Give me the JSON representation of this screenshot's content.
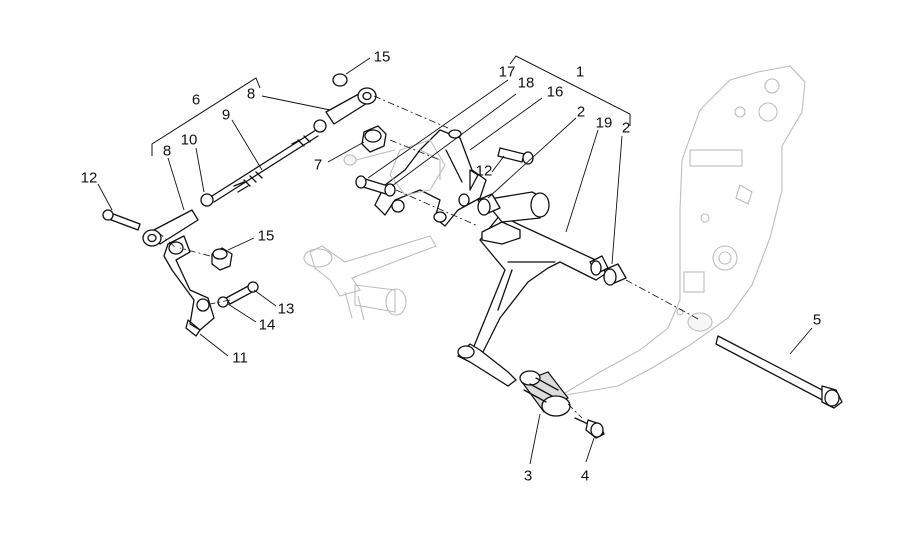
{
  "callouts": [
    {
      "id": "c15a",
      "text": "15"
    },
    {
      "id": "c6",
      "text": "6"
    },
    {
      "id": "c8a",
      "text": "8"
    },
    {
      "id": "c9",
      "text": "9"
    },
    {
      "id": "c10",
      "text": "10"
    },
    {
      "id": "c8b",
      "text": "8"
    },
    {
      "id": "c12a",
      "text": "12"
    },
    {
      "id": "c15b",
      "text": "15"
    },
    {
      "id": "c13",
      "text": "13"
    },
    {
      "id": "c14",
      "text": "14"
    },
    {
      "id": "c11",
      "text": "11"
    },
    {
      "id": "c7",
      "text": "7"
    },
    {
      "id": "c17",
      "text": "17"
    },
    {
      "id": "c18",
      "text": "18"
    },
    {
      "id": "c16",
      "text": "16"
    },
    {
      "id": "c1",
      "text": "1"
    },
    {
      "id": "c12b",
      "text": "12"
    },
    {
      "id": "c2a",
      "text": "2"
    },
    {
      "id": "c19",
      "text": "19"
    },
    {
      "id": "c2b",
      "text": "2"
    },
    {
      "id": "c5",
      "text": "5"
    },
    {
      "id": "c3",
      "text": "3"
    },
    {
      "id": "c4",
      "text": "4"
    }
  ]
}
